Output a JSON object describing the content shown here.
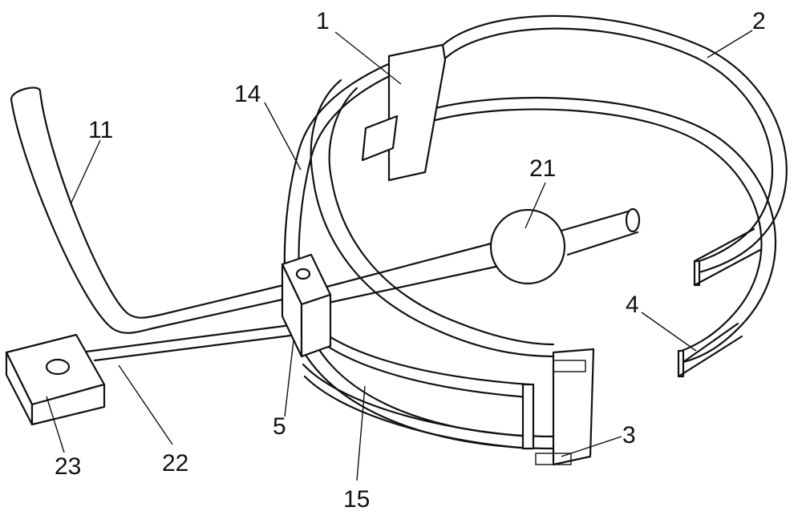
{
  "labels": {
    "l1": "1",
    "l2": "2",
    "l14": "14",
    "l11": "11",
    "l21": "21",
    "l4": "4",
    "l5": "5",
    "l3": "3",
    "l23": "23",
    "l22": "22",
    "l15": "15"
  }
}
